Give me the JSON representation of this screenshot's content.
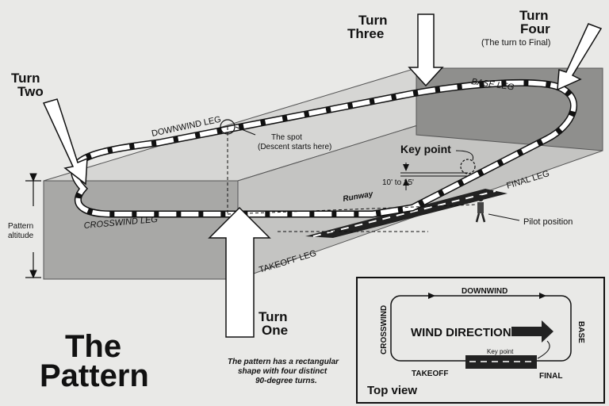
{
  "turns": {
    "one": {
      "line1": "Turn",
      "line2": "One"
    },
    "two": {
      "line1": "Turn",
      "line2": "Two"
    },
    "three": {
      "line1": "Turn",
      "line2": "Three"
    },
    "four": {
      "line1": "Turn",
      "line2": "Four",
      "note": "(The turn to Final)"
    }
  },
  "legs": {
    "downwind": "DOWNWIND LEG",
    "base": "BASE LEG",
    "final": "FINAL LEG",
    "crosswind": "CROSSWIND LEG",
    "takeoff": "TAKEOFF LEG"
  },
  "labels": {
    "spot_line1": "The spot",
    "spot_line2": "(Descent starts here)",
    "key_point": "Key point",
    "height": "10' to 15'",
    "runway": "Runway",
    "pilot": "Pilot position",
    "altitude_line1": "Pattern",
    "altitude_line2": "altitude"
  },
  "title": {
    "line1": "The",
    "line2": "Pattern"
  },
  "caption": {
    "line1": "The pattern has a rectangular",
    "line2": "shape with four distinct",
    "line3": "90-degree turns."
  },
  "top_view": {
    "heading": "Top view",
    "downwind": "DOWNWIND",
    "crosswind": "CROSSWIND",
    "base": "BASE",
    "takeoff": "TAKEOFF",
    "final": "FINAL",
    "wind": "WIND DIRECTION",
    "key_point": "Key point"
  },
  "colors": {
    "background": "#e9e9e7",
    "box_side": "#9b9b9b",
    "box_top": "#d3d3d3",
    "runway": "#222222"
  }
}
